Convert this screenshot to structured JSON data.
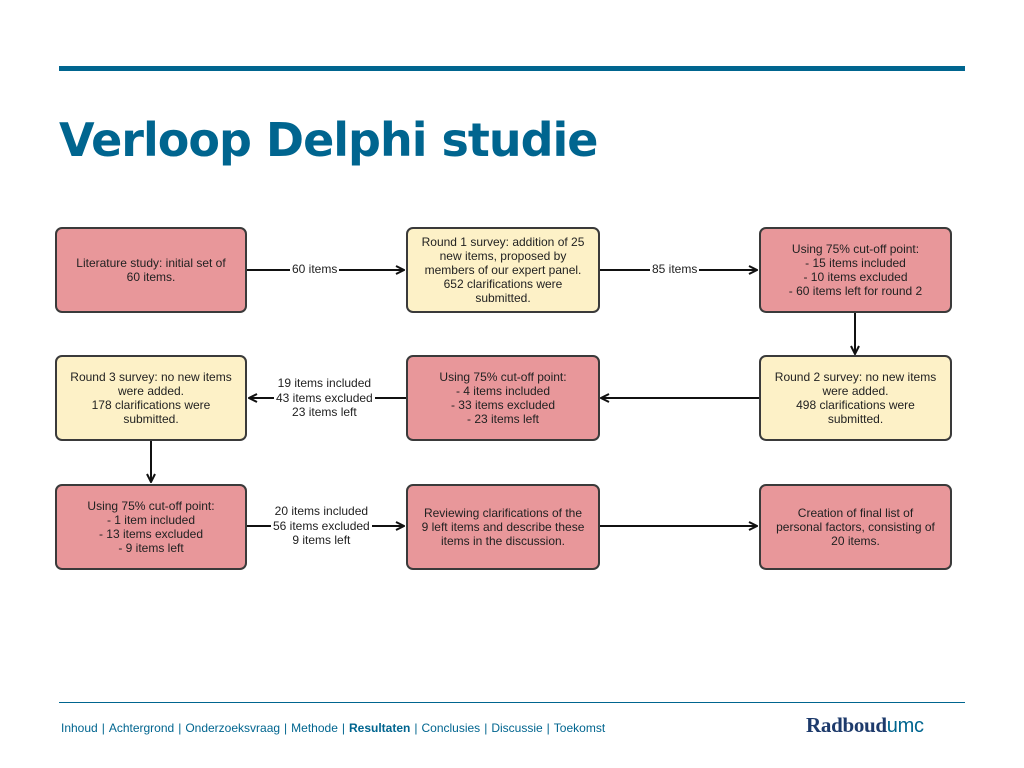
{
  "slide": {
    "title": "Verloop Delphi studie"
  },
  "diagram": {
    "boxes": {
      "literature": "Literature study: initial set of\n60 items.",
      "round1": "Round 1 survey: addition of 25\nnew items, proposed by\nmembers of our expert panel.\n652 clarifications were\nsubmitted.",
      "cutoff1": "Using 75% cut-off point:\n- 15 items included\n- 10 items excluded\n- 60 items left for round 2",
      "round2": "Round 2 survey: no new items\nwere added.\n498 clarifications were\nsubmitted.",
      "cutoff2": "Using 75% cut-off point:\n- 4 items included\n- 33 items excluded\n- 23 items left",
      "round3": "Round 3 survey: no new items\nwere added.\n178 clarifications were\nsubmitted.",
      "cutoff3": "Using 75% cut-off point:\n- 1 item included\n- 13 items excluded\n- 9 items left",
      "reviewing": "Reviewing clarifications of the\n9 left items and describe these\nitems in the discussion.",
      "final": "Creation of final list of\npersonal factors, consisting of\n20 items."
    },
    "edge_labels": {
      "e1": "60 items",
      "e2": "85 items",
      "e3": "19 items included\n43 items excluded\n23 items left",
      "e4": "20 items included\n56 items excluded\n9 items left"
    },
    "colors": {
      "red_box": "#e8979a",
      "yellow_box": "#fdf1c7",
      "border": "#3a3a3a",
      "accent": "#00658f"
    }
  },
  "footer": {
    "nav": [
      {
        "label": "Inhoud",
        "active": false
      },
      {
        "label": "Achtergrond",
        "active": false
      },
      {
        "label": "Onderzoeksvraag",
        "active": false
      },
      {
        "label": "Methode",
        "active": false
      },
      {
        "label": "Resultaten",
        "active": true
      },
      {
        "label": "Conclusies",
        "active": false
      },
      {
        "label": "Discussie",
        "active": false
      },
      {
        "label": "Toekomst",
        "active": false
      }
    ],
    "separator": "|",
    "logo": {
      "part1": "Radboud",
      "part2": "umc"
    }
  }
}
